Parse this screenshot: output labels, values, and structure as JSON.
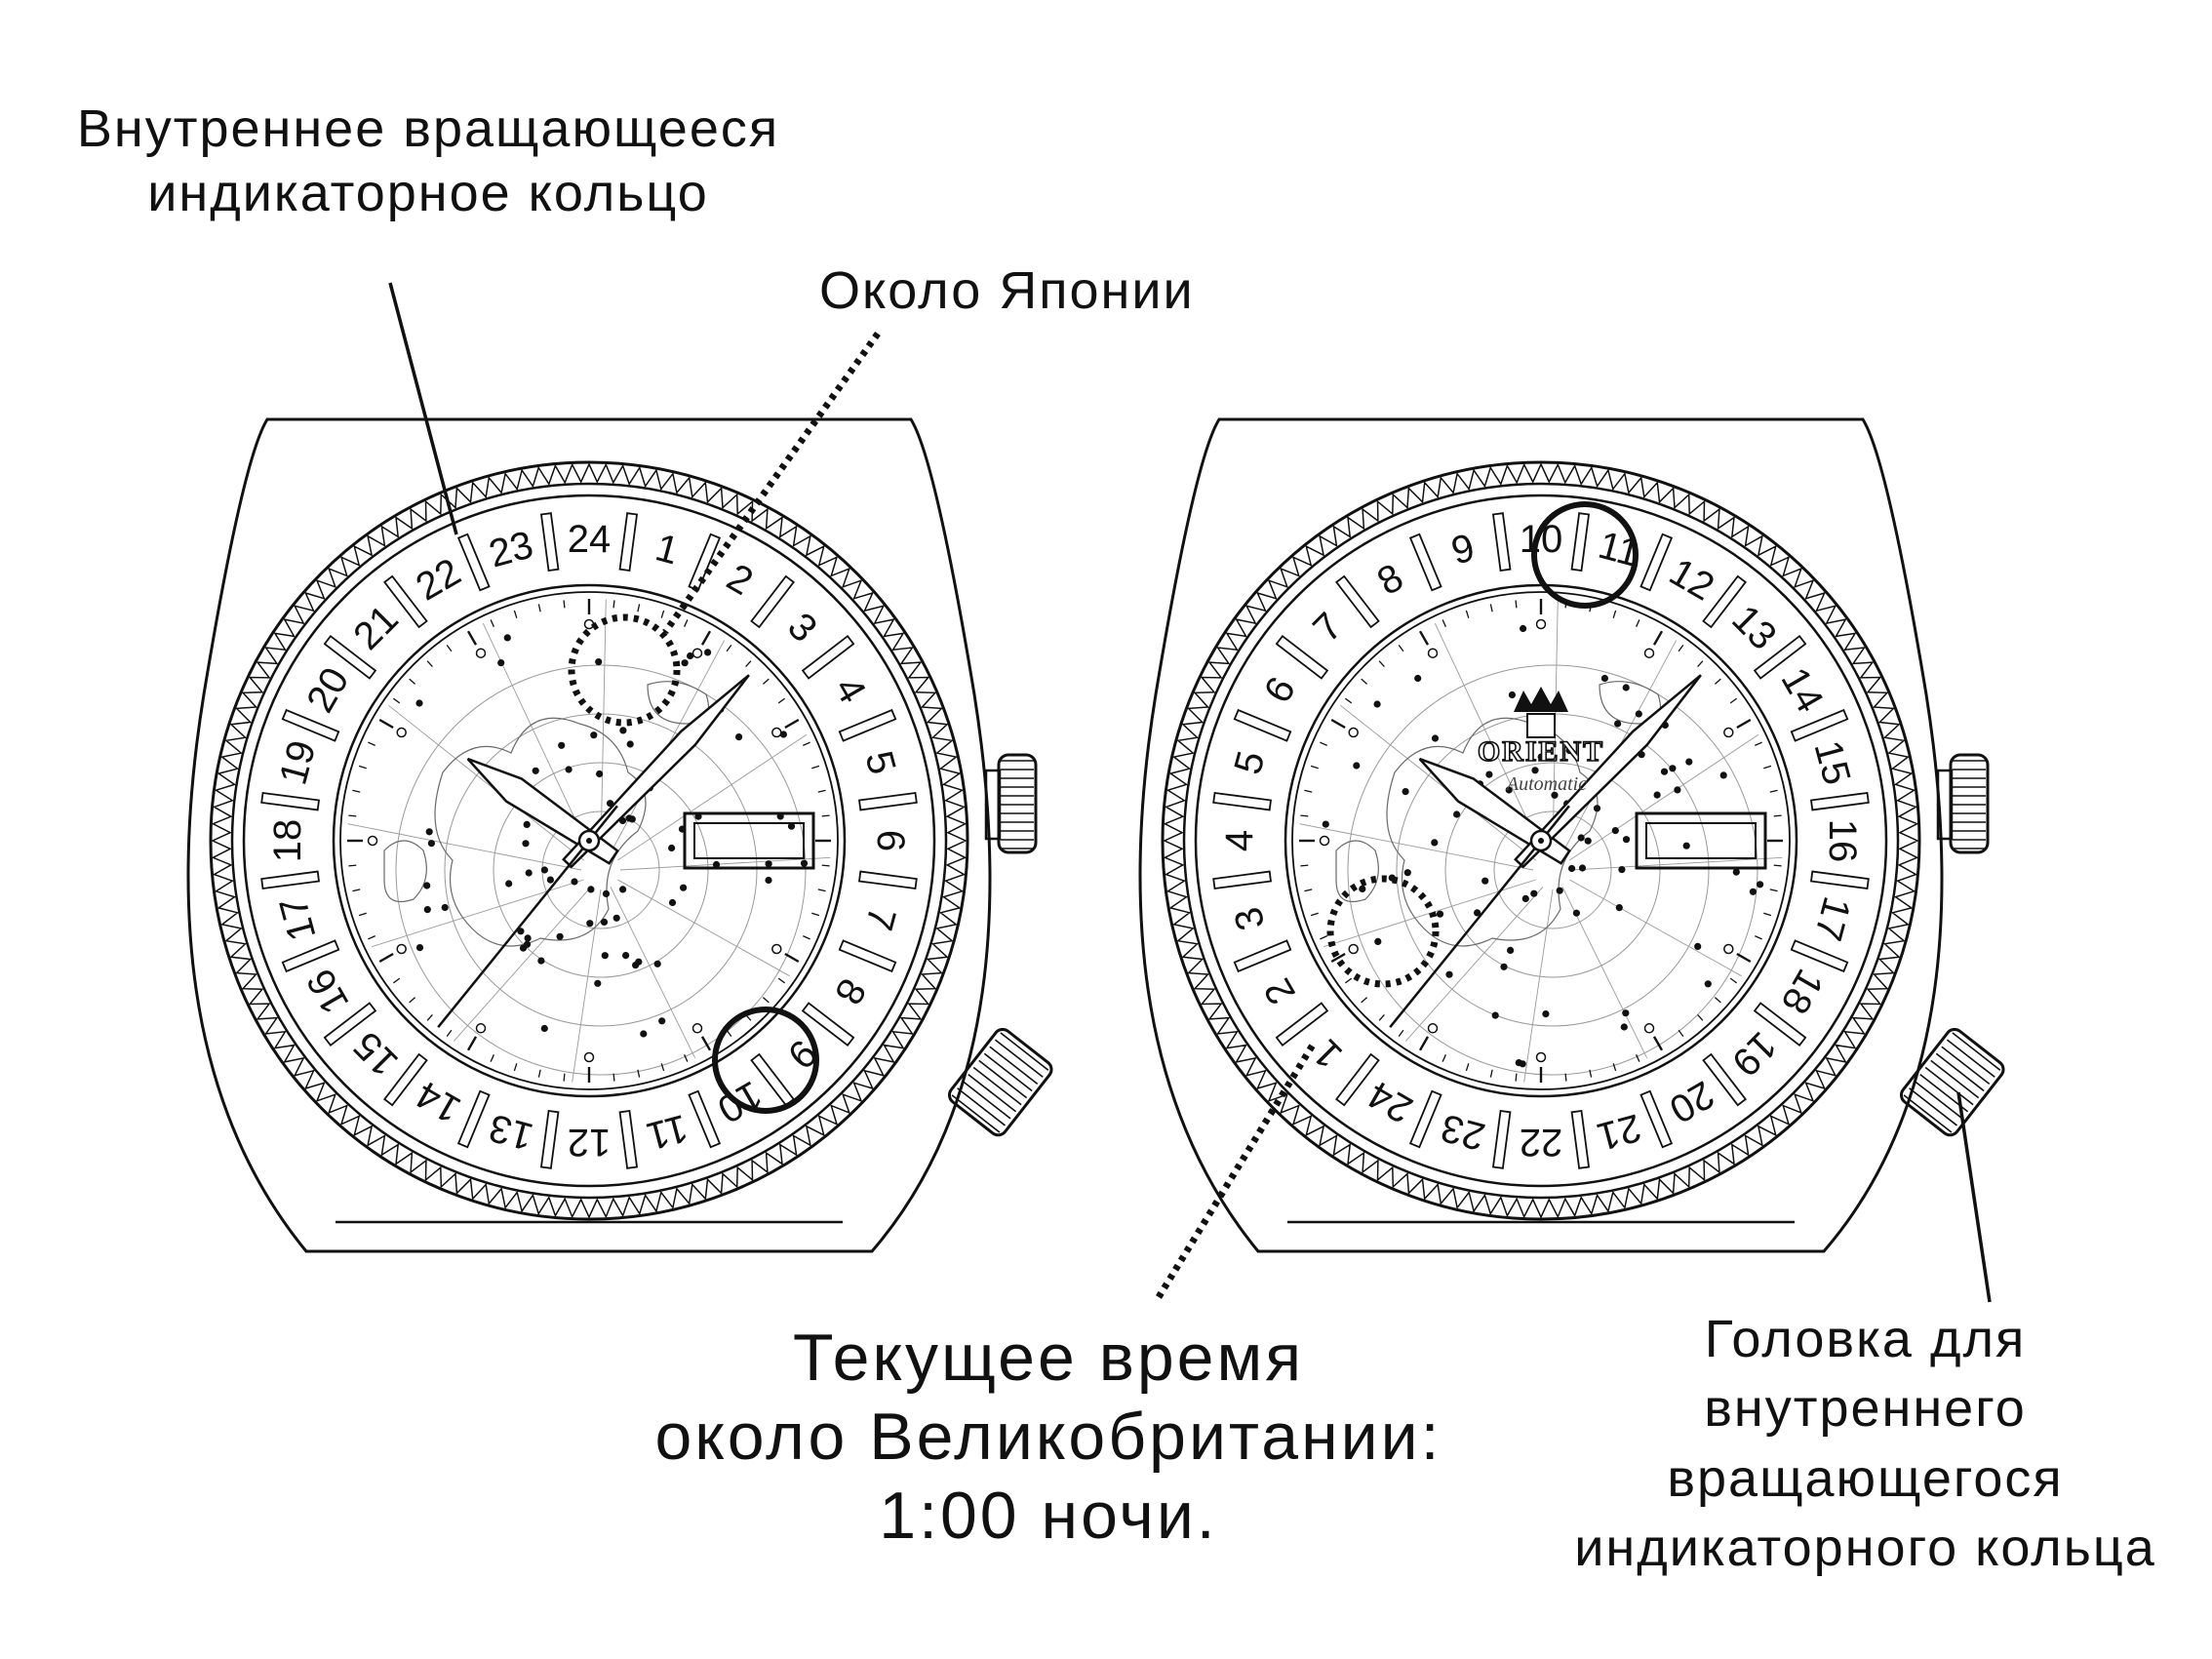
{
  "labels": {
    "ring": [
      "Внутреннее вращающееся",
      "индикаторное кольцо"
    ],
    "japan": "Около Японии",
    "current_time": [
      "Текущее время",
      "около Великобритании:",
      "1:00 ночи."
    ],
    "crown": [
      "Головка для",
      "внутреннего",
      "вращающегося",
      "индикаторного кольца"
    ]
  },
  "watch_left": {
    "ring_numbers": [
      "24",
      "1",
      "2",
      "3",
      "4",
      "5",
      "6",
      "7",
      "8",
      "9",
      "10",
      "11",
      "12",
      "13",
      "14",
      "15",
      "16",
      "17",
      "18",
      "19",
      "20",
      "21",
      "22",
      "23"
    ],
    "numeral_at_top": "24",
    "highlighted_number": "10",
    "logo": null
  },
  "watch_right": {
    "ring_numbers": [
      "24",
      "1",
      "2",
      "3",
      "4",
      "5",
      "6",
      "7",
      "8",
      "9",
      "10",
      "11",
      "12",
      "13",
      "14",
      "15",
      "16",
      "17",
      "18",
      "19",
      "20",
      "21",
      "22",
      "23"
    ],
    "numeral_at_top": "10",
    "highlighted_number": "10",
    "logo": {
      "brand": "ORIENT",
      "sub": "Automatic"
    }
  },
  "colors": {
    "ink": "#111111",
    "paper": "#ffffff"
  }
}
